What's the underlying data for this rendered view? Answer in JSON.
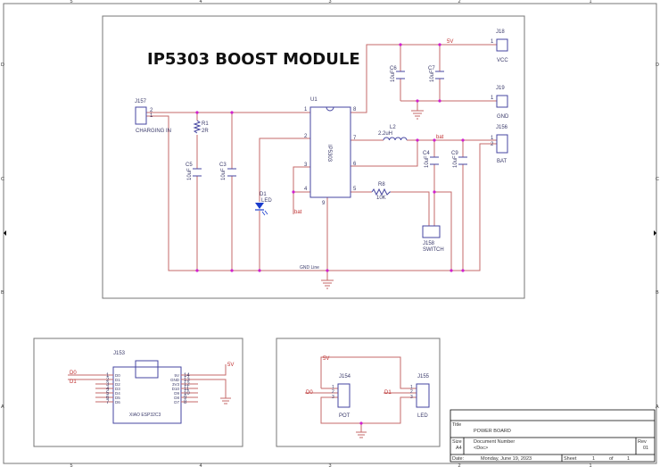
{
  "border": {
    "cols": [
      "5",
      "4",
      "3",
      "2",
      "1"
    ],
    "rows": [
      "D",
      "C",
      "B",
      "A"
    ]
  },
  "main": {
    "title": "IP5303 BOOST MODULE",
    "j18": {
      "ref": "J18",
      "label": "VCC",
      "pin": "1"
    },
    "j19": {
      "ref": "J19",
      "label": "GND",
      "pin": "1"
    },
    "j156": {
      "ref": "J156",
      "label": "BAT",
      "pins": [
        "1",
        "2"
      ]
    },
    "j157": {
      "ref": "J157",
      "label": "CHARGING IN",
      "pins": [
        "2",
        "1"
      ]
    },
    "j158": {
      "ref": "J158",
      "label": "SWITCH"
    },
    "u1": {
      "ref": "U1",
      "part": "IP5303",
      "pins": [
        "1",
        "2",
        "3",
        "4",
        "5",
        "6",
        "7",
        "8",
        "9"
      ]
    },
    "r1": {
      "ref": "R1",
      "value": "2R"
    },
    "r8": {
      "ref": "R8",
      "value": "10K"
    },
    "l2": {
      "ref": "L2",
      "value": "2.2uH"
    },
    "c3": {
      "ref": "C3",
      "value": "10uF"
    },
    "c4": {
      "ref": "C4",
      "value": "10uF"
    },
    "c5": {
      "ref": "C5",
      "value": "10uF"
    },
    "c6": {
      "ref": "C6",
      "value": "10uF"
    },
    "c7": {
      "ref": "C7",
      "value": "10uF"
    },
    "c9": {
      "ref": "C9",
      "value": "10uF"
    },
    "d1": {
      "ref": "D1",
      "value": "LED"
    },
    "nets": {
      "v5": "5V",
      "bat1": "bat",
      "bat2": "bat",
      "gnd_line": "GND Line"
    }
  },
  "esp": {
    "ref": "J153",
    "part": "XIAO ESP32C3",
    "left_pins": [
      {
        "n": "1",
        "name": "D0"
      },
      {
        "n": "2",
        "name": "D1"
      },
      {
        "n": "3",
        "name": "D2"
      },
      {
        "n": "4",
        "name": "D3"
      },
      {
        "n": "5",
        "name": "D4"
      },
      {
        "n": "6",
        "name": "D5"
      },
      {
        "n": "7",
        "name": "D6"
      }
    ],
    "right_pins": [
      {
        "n": "14",
        "name": "5V"
      },
      {
        "n": "13",
        "name": "GND"
      },
      {
        "n": "12",
        "name": "3V3"
      },
      {
        "n": "11",
        "name": "D10"
      },
      {
        "n": "10",
        "name": "D9"
      },
      {
        "n": "9",
        "name": "D8"
      },
      {
        "n": "8",
        "name": "D7"
      }
    ],
    "net_d0": "D0",
    "net_d1": "D1",
    "net_5v": "5V"
  },
  "io": {
    "net_5v": "5V",
    "net_d0": "D0",
    "net_d1": "D1",
    "j154": {
      "ref": "J154",
      "label": "POT",
      "pins": [
        "1",
        "2",
        "3"
      ]
    },
    "j155": {
      "ref": "J155",
      "label": "LED",
      "pins": [
        "1",
        "2",
        "3"
      ]
    }
  },
  "titleblock": {
    "title_label": "Title",
    "title": "POWER BOARD",
    "size_label": "Size",
    "size": "A4",
    "doc_label": "Document Number",
    "doc": "<Doc>",
    "rev_label": "Rev",
    "rev": "01",
    "date_label": "Date:",
    "date": "Monday, June 19, 2023",
    "sheet_label": "Sheet",
    "sheet": "1",
    "of_label": "of",
    "sheets": "1"
  }
}
